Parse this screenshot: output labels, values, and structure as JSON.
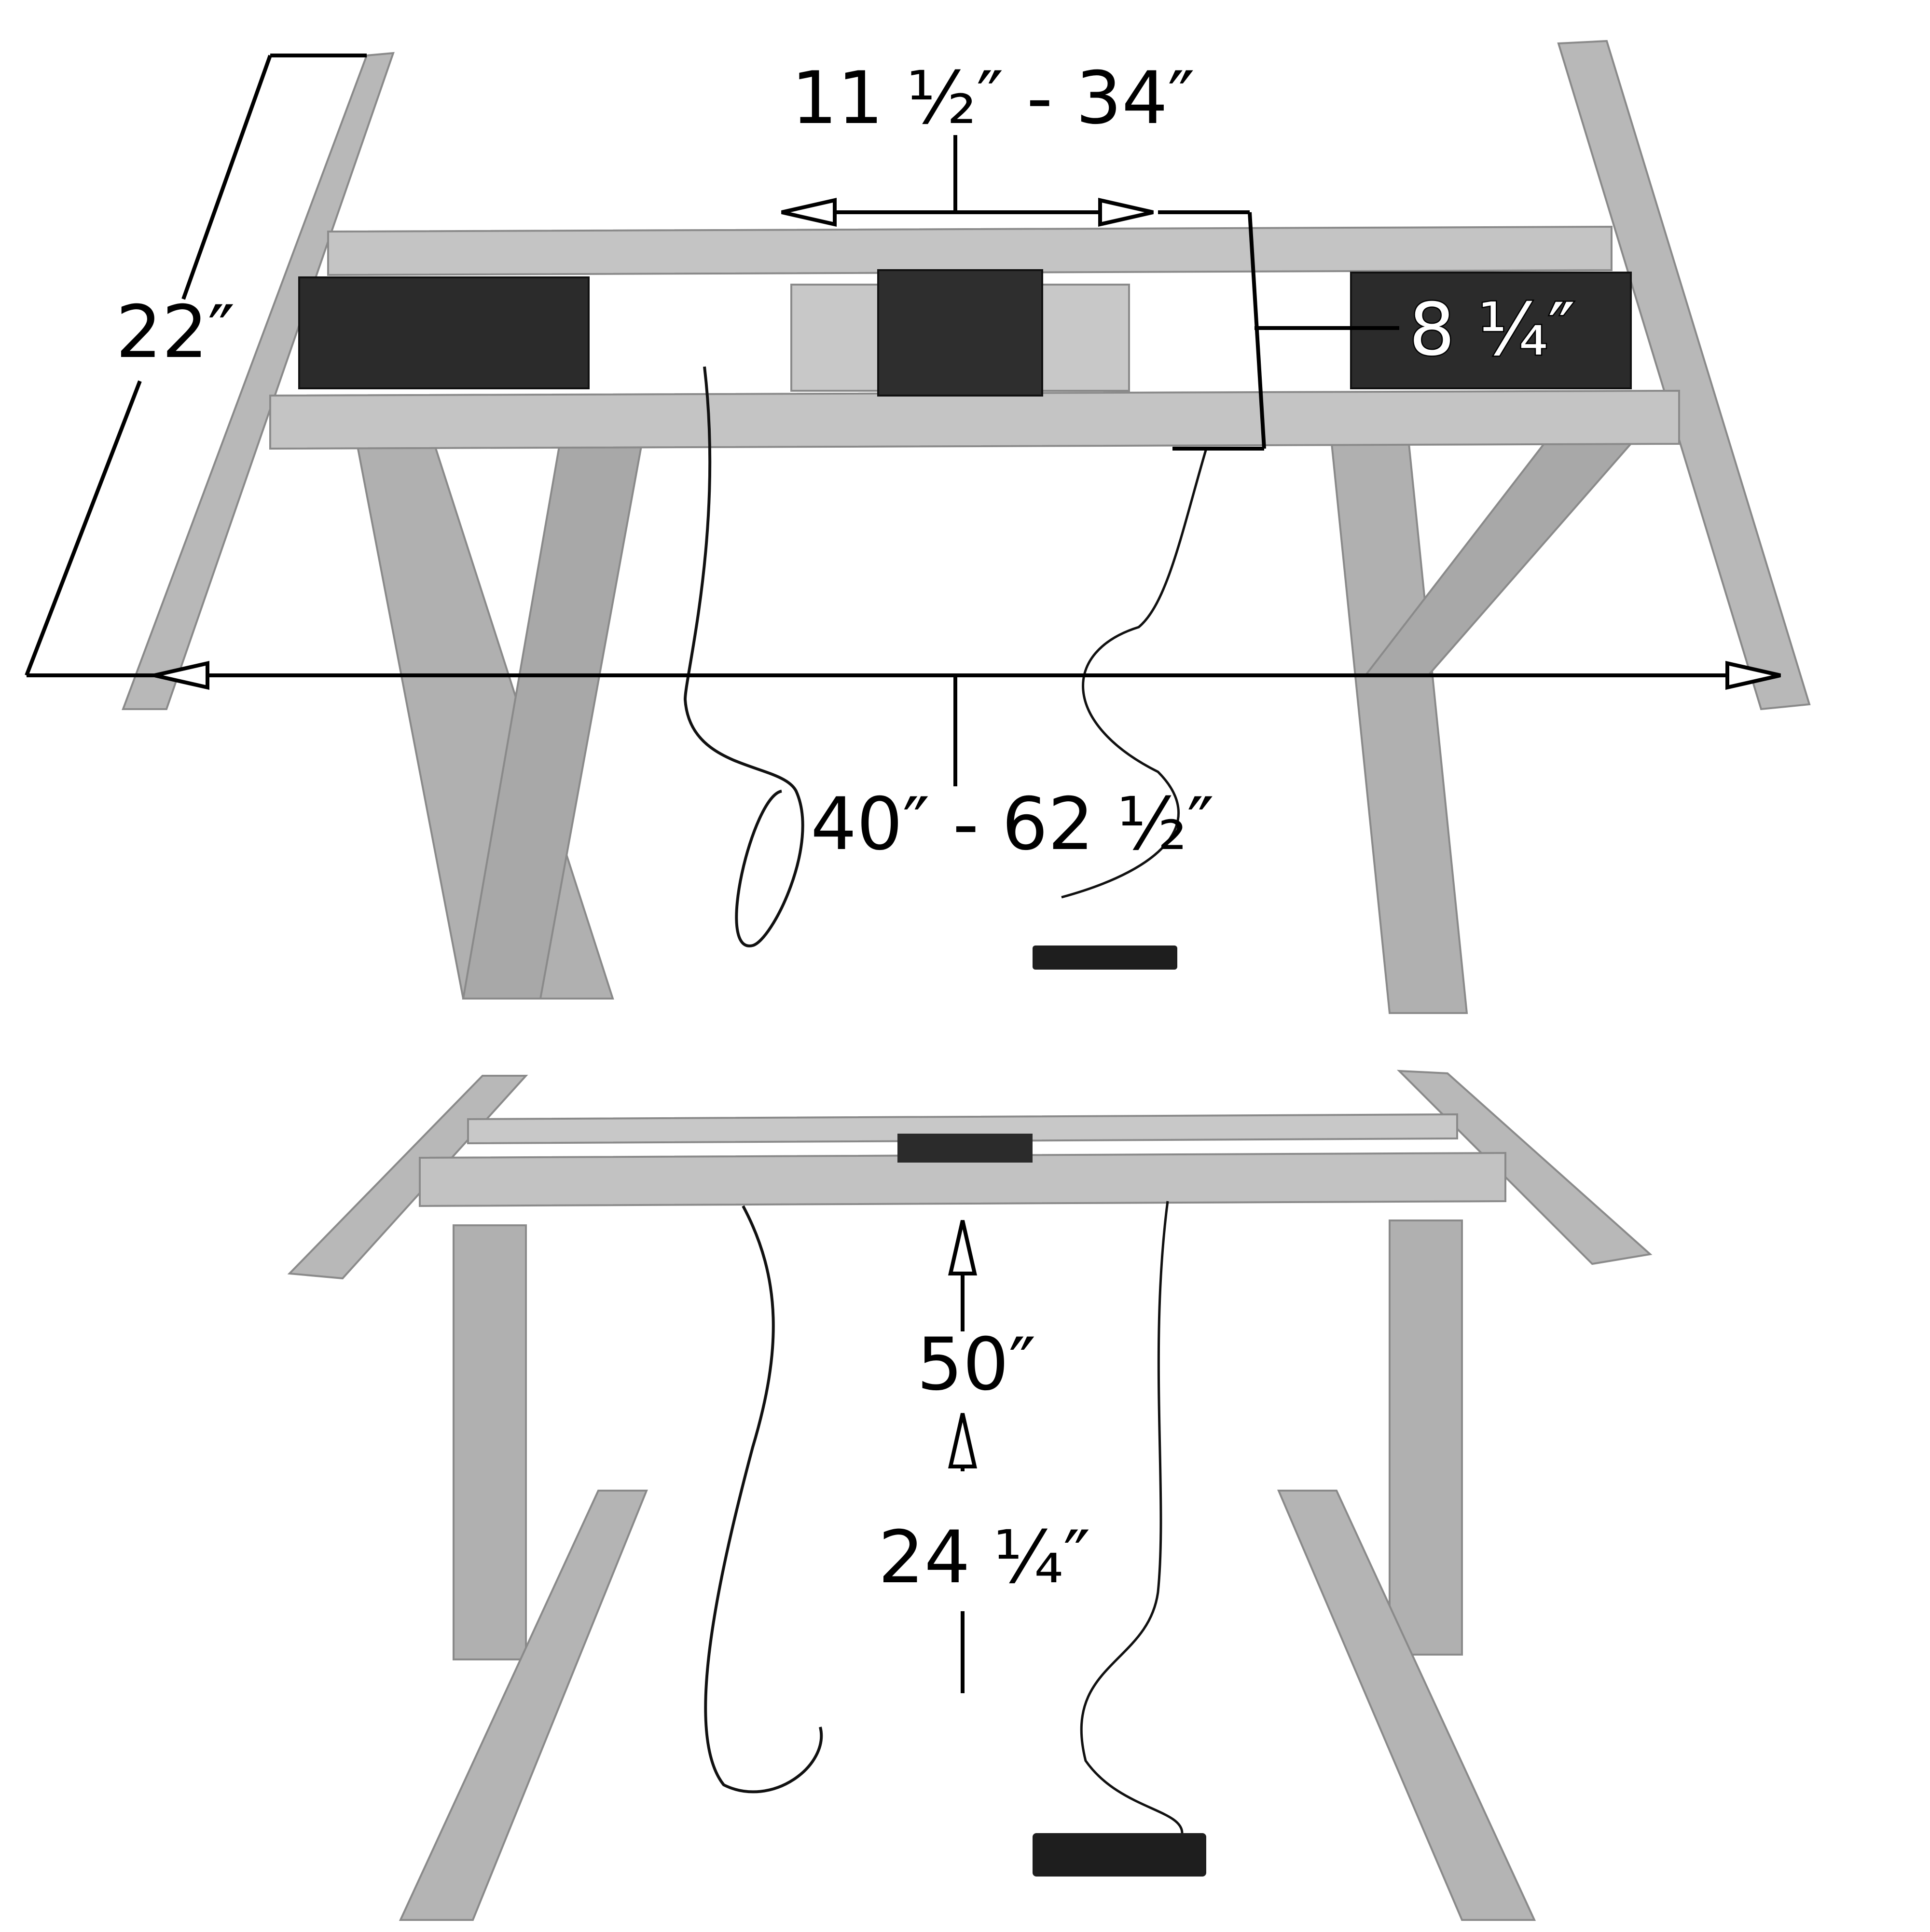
{
  "top_view": {
    "dimensions": {
      "depth": "22″",
      "crossbar_spacing": "11 ½″ - 34″",
      "rail_gap": "8 ¼″",
      "width_range": "40″ - 62 ½″"
    }
  },
  "front_view": {
    "dimensions": {
      "max_height": "50″",
      "min_height": "24 ¼″"
    }
  },
  "colors": {
    "frame": "#b4b4b4",
    "frame_shadow": "#8a8a8a",
    "frame_highlight": "#d6d6d6",
    "motor_box": "#2b2b2b",
    "cable": "#111111",
    "annotation": "#000000"
  }
}
